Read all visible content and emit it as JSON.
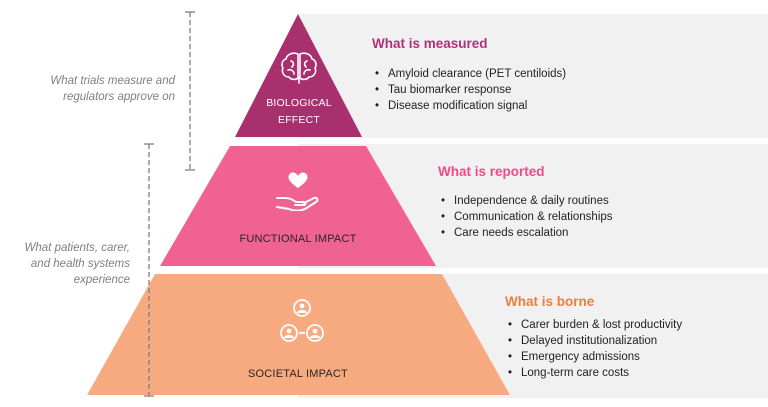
{
  "colors": {
    "biological": "#a8306f",
    "functional": "#f06292",
    "societal": "#f7aa80",
    "heading_biological": "#b03177",
    "heading_functional": "#ef4a86",
    "heading_societal": "#ee7d40",
    "panel": "#f1f1f1",
    "bracket": "#7f7f7f"
  },
  "side_labels": {
    "top": "What trials measure and regulators approve on",
    "bottom": "What patients, carer, and health systems experience"
  },
  "tiers": {
    "biological": {
      "label": "BIOLOGICAL EFFECT",
      "icon": "brain-icon",
      "heading": "What is measured",
      "items": [
        "Amyloid clearance (PET centiloids)",
        "Tau biomarker response",
        "Disease modification signal"
      ]
    },
    "functional": {
      "label": "FUNCTIONAL IMPACT",
      "icon": "heart-hand-icon",
      "heading": "What is reported",
      "items": [
        "Independence & daily routines",
        "Communication & relationships",
        "Care needs escalation"
      ]
    },
    "societal": {
      "label": "SOCIETAL IMPACT",
      "icon": "people-network-icon",
      "heading": "What is borne",
      "items": [
        "Carer burden & lost productivity",
        "Delayed institutionalization",
        "Emergency admissions",
        "Long-term care costs"
      ]
    }
  }
}
